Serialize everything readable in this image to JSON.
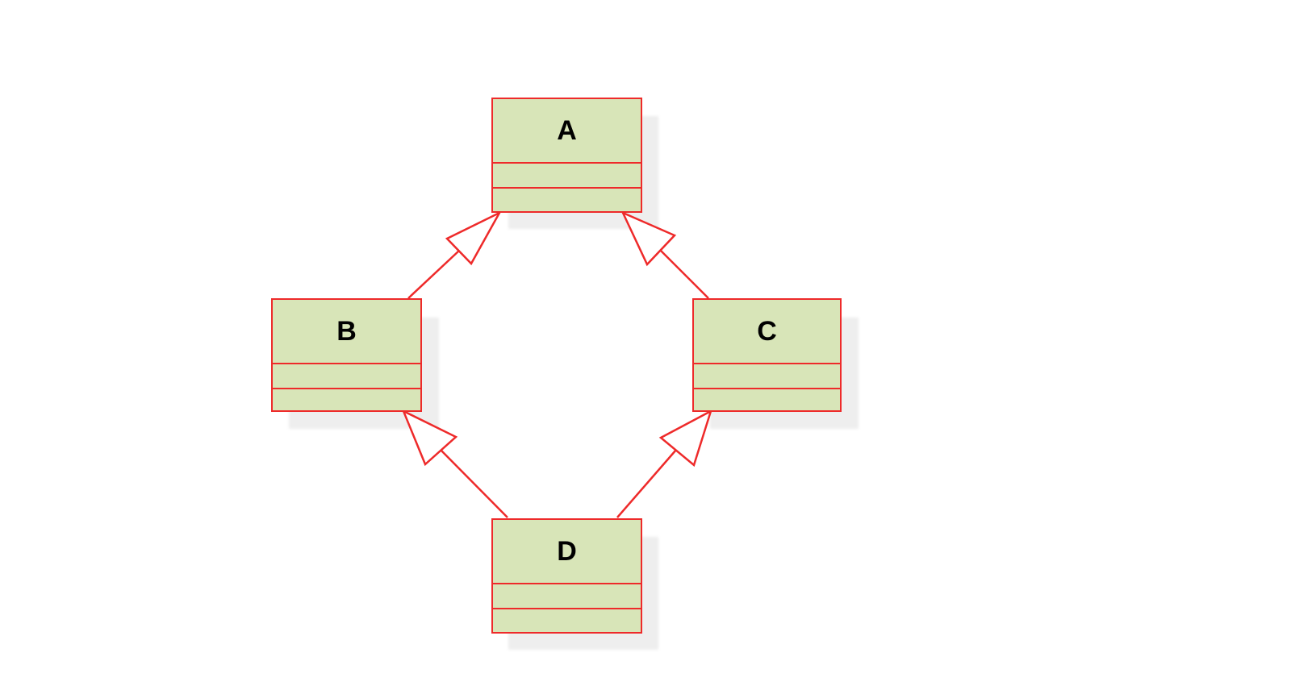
{
  "diagram": {
    "type": "uml-class-diagram",
    "classes": [
      {
        "id": "A",
        "name": "A"
      },
      {
        "id": "B",
        "name": "B"
      },
      {
        "id": "C",
        "name": "C"
      },
      {
        "id": "D",
        "name": "D"
      }
    ],
    "relations": [
      {
        "type": "generalization",
        "from": "B",
        "to": "A"
      },
      {
        "type": "generalization",
        "from": "C",
        "to": "A"
      },
      {
        "type": "generalization",
        "from": "D",
        "to": "B"
      },
      {
        "type": "generalization",
        "from": "D",
        "to": "C"
      }
    ]
  },
  "colors": {
    "class_fill": "#d8e5b8",
    "class_border": "#ee2a2a",
    "edge": "#ee2a2a",
    "arrowhead_fill": "#ffffff"
  }
}
